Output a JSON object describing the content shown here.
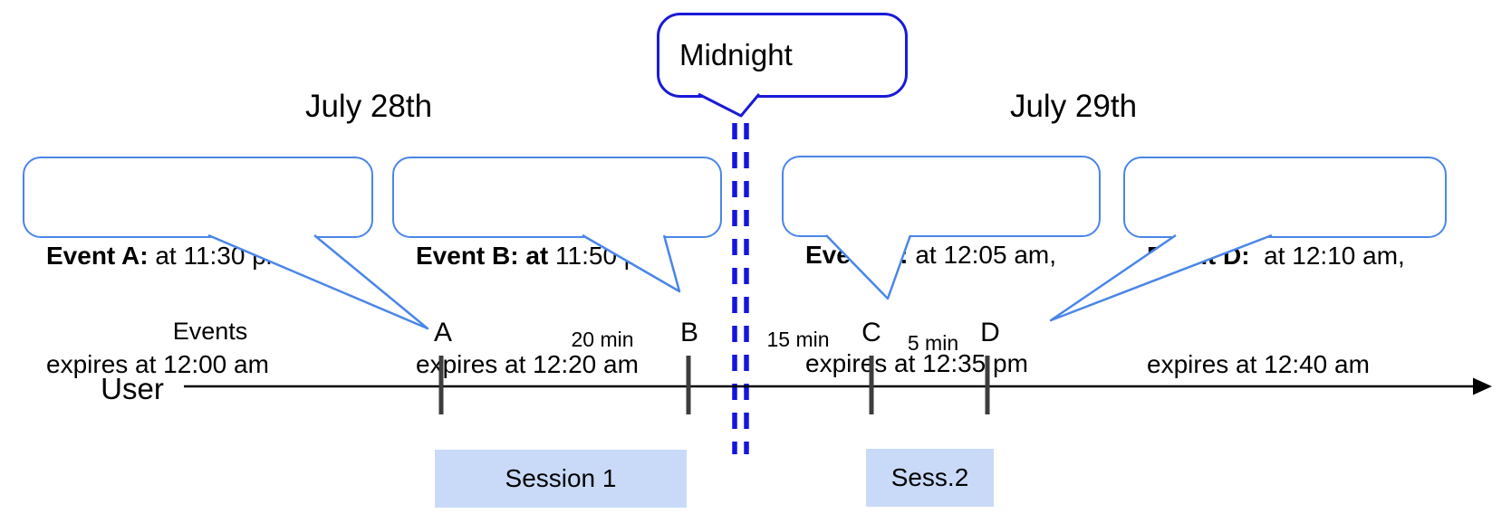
{
  "dates": {
    "left_label": "July 28th",
    "right_label": "July 29th"
  },
  "midnight": {
    "label": "Midnight"
  },
  "event_callouts": [
    {
      "bold": "Event A:",
      "rest": " at 11:30 pm,",
      "line2": "expires at 12:00 am"
    },
    {
      "bold": "Event B: at",
      "rest": " 11:50 pm,",
      "line2": "expires at 12:20 am"
    },
    {
      "bold": "Event C:",
      "rest": " at 12:05 am,",
      "line2": "expires at 12:35 pm"
    },
    {
      "bold": "Event D:",
      "rest": "  at 12:10 am,",
      "line2": "expires at 12:40 am"
    }
  ],
  "timeline": {
    "events_label": "Events",
    "user_label": "User",
    "ticks": [
      "A",
      "B",
      "C",
      "D"
    ],
    "intervals": [
      "20 min",
      "15 min",
      "5 min"
    ]
  },
  "sessions": [
    {
      "label": "Session 1"
    },
    {
      "label": "Sess.2"
    }
  ],
  "colors": {
    "callout_border": "#4a86e8",
    "midnight_blue": "#1a1ad9",
    "dash_blue": "#1414e0",
    "session_fill": "#c9daf8",
    "tick": "#3d3d3d",
    "line": "#000000"
  }
}
